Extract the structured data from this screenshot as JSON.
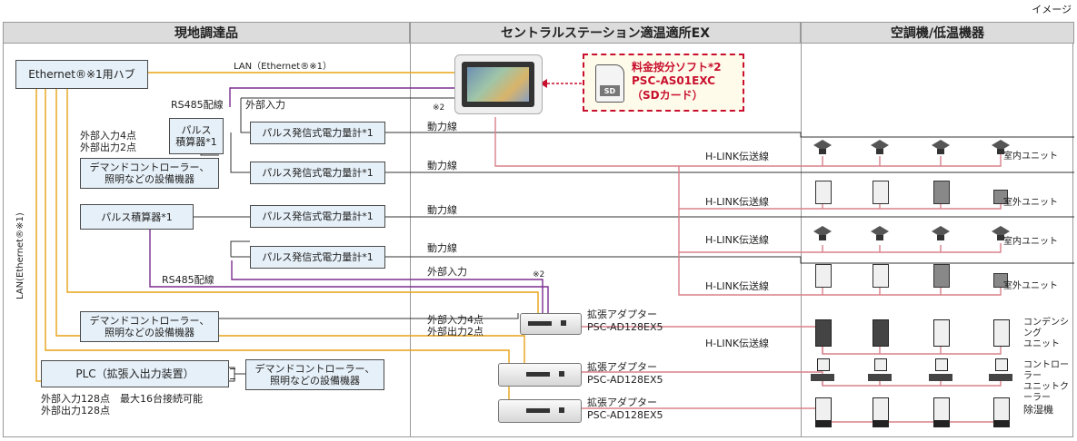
{
  "image_caption": "イメージ",
  "columns": {
    "left": "現地調達品",
    "center": "セントラルステーション適温適所EX",
    "right": "空調機/低温機器"
  },
  "boxes": {
    "ethernet_hub": "Ethernet®※1用ハブ",
    "pulse_integrator_small": "パルス\n積算器*1",
    "pulse_meter_1": "パルス発信式電力量計*1",
    "pulse_meter_2": "パルス発信式電力量計*1",
    "pulse_meter_3": "パルス発信式電力量計*1",
    "pulse_meter_4": "パルス発信式電力量計*1",
    "demand_ctrl_1": "デマンドコントローラー、\n照明などの設備機器",
    "pulse_integrator": "パルス積算器*1",
    "demand_ctrl_2": "デマンドコントローラー、\n照明などの設備機器",
    "plc": "PLC（拡張入出力装置）",
    "demand_ctrl_3": "デマンドコントローラー、\n照明などの設備機器"
  },
  "labels": {
    "lan_ethernet": "LAN（Ethernet®※1）",
    "lan_vertical": "LAN(Ethernet®※1)",
    "rs485_top": "RS485配線",
    "ext_input_top": "外部入力",
    "note2_top": "※2",
    "ext_io_4_2_a": "外部入力4点\n外部出力2点",
    "power_line_1": "動力線",
    "power_line_2": "動力線",
    "power_line_3": "動力線",
    "power_line_4": "動力線",
    "rs485_bottom": "RS485配線",
    "ext_input_mid": "外部入力",
    "note2_mid": "※2",
    "ext_io_4_2_b": "外部入力4点\n外部出力2点",
    "ext_io_128": "外部入力128点　最大16台接続可能\n外部出力128点",
    "hlink_1": "H-LINK伝送線",
    "hlink_2": "H-LINK伝送線",
    "hlink_3": "H-LINK伝送線",
    "hlink_4": "H-LINK伝送線",
    "hlink_5": "H-LINK伝送線"
  },
  "sd_card": {
    "line1": "料金按分ソフト*2",
    "line2": "PSC-AS01EXC",
    "line3": "（SDカード）",
    "icon_text": "SD"
  },
  "adapters": [
    {
      "name": "拡張アダプター",
      "model": "PSC-AD128EX5"
    },
    {
      "name": "拡張アダプター",
      "model": "PSC-AD128EX5"
    },
    {
      "name": "拡張アダプター",
      "model": "PSC-AD128EX5"
    }
  ],
  "equipment_rows": [
    {
      "label": "室内ユニット",
      "icon": "ceiling-cassette-icon"
    },
    {
      "label": "室外ユニット",
      "icon": "outdoor-unit-icon"
    },
    {
      "label": "室内ユニット",
      "icon": "ceiling-cassette-icon"
    },
    {
      "label": "室外ユニット",
      "icon": "outdoor-unit-icon"
    },
    {
      "label": "コンデンシング\nユニット",
      "icon": "condensing-unit-icon"
    },
    {
      "label": "コントローラー\nユニットクーラー",
      "icon": "unit-cooler-icon"
    },
    {
      "label": "除湿機",
      "icon": "dehumidifier-icon"
    }
  ],
  "colors": {
    "lan": "#e8a317",
    "rs485": "#7b2d8e",
    "hlink": "#d9808a",
    "sd_border": "#c8102e",
    "box_fill": "#e6f0f8"
  }
}
